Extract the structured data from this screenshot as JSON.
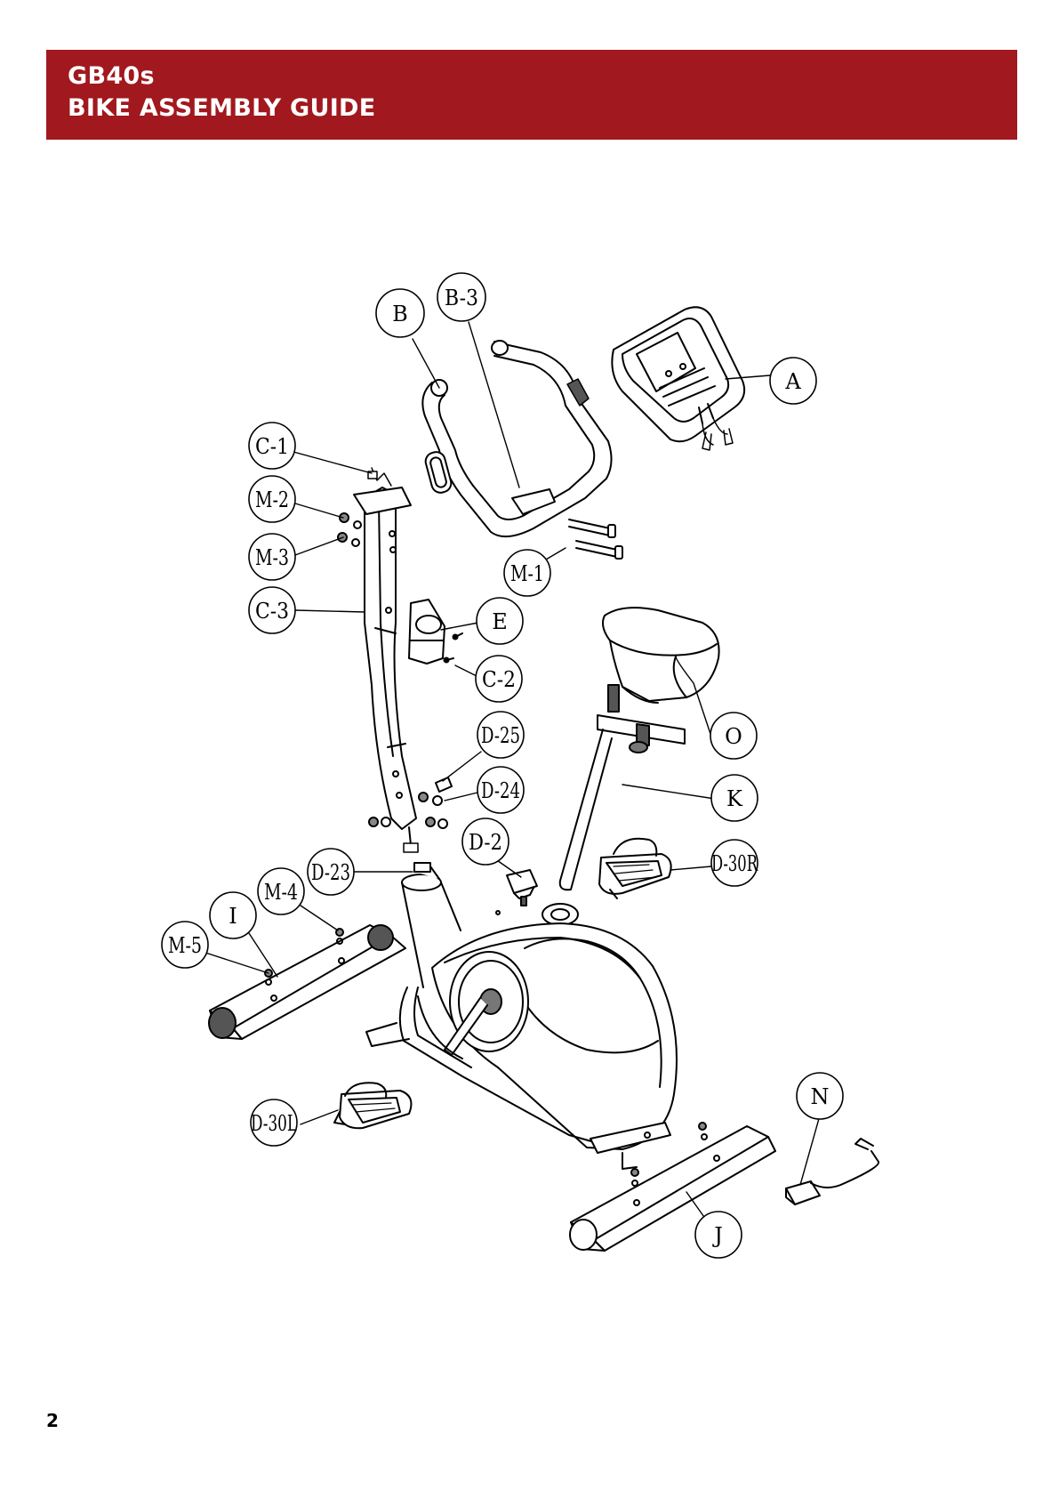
{
  "header": {
    "model": "GB40s",
    "title": "BIKE ASSEMBLY GUIDE",
    "band_color": "#a1181e"
  },
  "page_number": "2",
  "diagram": {
    "callouts": {
      "A": "A",
      "B": "B",
      "B3": "B-3",
      "C1": "C-1",
      "M2": "M-2",
      "M3": "M-3",
      "C3": "C-3",
      "M1": "M-1",
      "E": "E",
      "C2": "C-2",
      "O": "O",
      "D25": "D-25",
      "D24": "D-24",
      "K": "K",
      "D2": "D-2",
      "D30R": "D-30R",
      "D23": "D-23",
      "M4": "M-4",
      "I": "I",
      "M5": "M-5",
      "N": "N",
      "D30L": "D-30L",
      "J": "J"
    }
  }
}
